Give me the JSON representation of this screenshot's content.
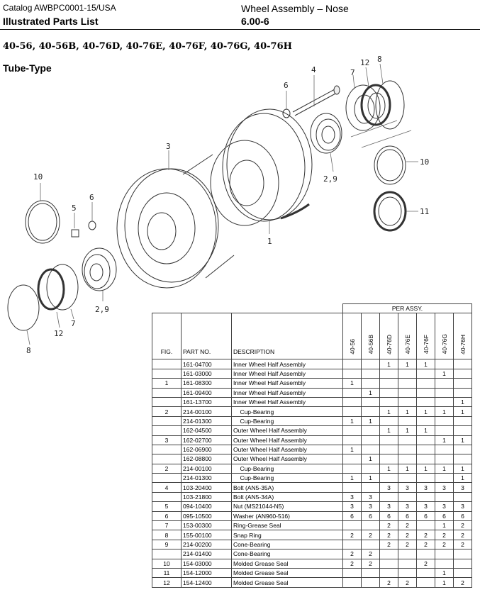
{
  "header": {
    "catalog": "Catalog AWBPC0001-15/USA",
    "illustrated_parts_list": "Illustrated Parts List",
    "title": "Wheel Assembly – Nose",
    "section": "6.00-6"
  },
  "models_line": "40-56,  40-56B,  40-76D,  40-76E,  40-76F,  40-76G,  40-76H",
  "subtitle": "Tube-Type",
  "callouts": [
    "4",
    "6",
    "7",
    "12",
    "8",
    "3",
    "10",
    "5",
    "6",
    "2,9",
    "10",
    "11",
    "1",
    "2,9",
    "12",
    "7",
    "8"
  ],
  "table": {
    "per_assy_label": "PER ASSY.",
    "col_fig": "FIG.",
    "col_part_no": "PART NO.",
    "col_description": "DESCRIPTION",
    "models": [
      "40-56",
      "40-56B",
      "40-76D",
      "40-76E",
      "40-76F",
      "40-76G",
      "40-76H"
    ],
    "rows": [
      {
        "fig": "",
        "pn": "161-04700",
        "desc": "Inner Wheel Half Assembly",
        "q": [
          "",
          "",
          "1",
          "1",
          "1",
          "",
          ""
        ]
      },
      {
        "fig": "",
        "pn": "161-03000",
        "desc": "Inner Wheel Half Assembly",
        "q": [
          "",
          "",
          "",
          "",
          "",
          "1",
          ""
        ]
      },
      {
        "fig": "1",
        "pn": "161-08300",
        "desc": "Inner Wheel Half Assembly",
        "q": [
          "1",
          "",
          "",
          "",
          "",
          "",
          ""
        ]
      },
      {
        "fig": "",
        "pn": "161-09400",
        "desc": "Inner Wheel Half Assembly",
        "q": [
          "",
          "1",
          "",
          "",
          "",
          "",
          ""
        ]
      },
      {
        "fig": "",
        "pn": "161-13700",
        "desc": "Inner Wheel Half Assembly",
        "q": [
          "",
          "",
          "",
          "",
          "",
          "",
          "1"
        ]
      },
      {
        "fig": "2",
        "pn": "214-00100",
        "desc": "    Cup-Bearing",
        "q": [
          "",
          "",
          "1",
          "1",
          "1",
          "1",
          "1"
        ]
      },
      {
        "fig": "",
        "pn": "214-01300",
        "desc": "    Cup-Bearing",
        "q": [
          "1",
          "1",
          "",
          "",
          "",
          "",
          ""
        ]
      },
      {
        "fig": "",
        "pn": "162-04500",
        "desc": "Outer Wheel Half Assembly",
        "q": [
          "",
          "",
          "1",
          "1",
          "1",
          "",
          ""
        ]
      },
      {
        "fig": "3",
        "pn": "162-02700",
        "desc": "Outer Wheel Half Assembly",
        "q": [
          "",
          "",
          "",
          "",
          "",
          "1",
          "1"
        ]
      },
      {
        "fig": "",
        "pn": "162-06900",
        "desc": "Outer Wheel Half Assembly",
        "q": [
          "1",
          "",
          "",
          "",
          "",
          "",
          ""
        ]
      },
      {
        "fig": "",
        "pn": "162-08800",
        "desc": "Outer Wheel Half Assembly",
        "q": [
          "",
          "1",
          "",
          "",
          "",
          "",
          ""
        ]
      },
      {
        "fig": "2",
        "pn": "214-00100",
        "desc": "    Cup-Bearing",
        "q": [
          "",
          "",
          "1",
          "1",
          "1",
          "1",
          "1"
        ]
      },
      {
        "fig": "",
        "pn": "214-01300",
        "desc": "    Cup-Bearing",
        "q": [
          "1",
          "1",
          "",
          "",
          "",
          "",
          "1"
        ]
      },
      {
        "fig": "4",
        "pn": "103-20400",
        "desc": "Bolt (AN5-35A)",
        "q": [
          "",
          "",
          "3",
          "3",
          "3",
          "3",
          "3"
        ]
      },
      {
        "fig": "",
        "pn": "103-21800",
        "desc": "Bolt (AN5-34A)",
        "q": [
          "3",
          "3",
          "",
          "",
          "",
          "",
          ""
        ]
      },
      {
        "fig": "5",
        "pn": "094-10400",
        "desc": "Nut (MS21044-N5)",
        "q": [
          "3",
          "3",
          "3",
          "3",
          "3",
          "3",
          "3"
        ]
      },
      {
        "fig": "6",
        "pn": "095-10500",
        "desc": "Washer (AN960-516)",
        "q": [
          "6",
          "6",
          "6",
          "6",
          "6",
          "6",
          "6"
        ]
      },
      {
        "fig": "7",
        "pn": "153-00300",
        "desc": "Ring-Grease Seal",
        "q": [
          "",
          "",
          "2",
          "2",
          "",
          "1",
          "2"
        ]
      },
      {
        "fig": "8",
        "pn": "155-00100",
        "desc": "Snap Ring",
        "q": [
          "2",
          "2",
          "2",
          "2",
          "2",
          "2",
          "2"
        ]
      },
      {
        "fig": "9",
        "pn": "214-00200",
        "desc": "Cone-Bearing",
        "q": [
          "",
          "",
          "2",
          "2",
          "2",
          "2",
          "2"
        ]
      },
      {
        "fig": "",
        "pn": "214-01400",
        "desc": "Cone-Bearing",
        "q": [
          "2",
          "2",
          "",
          "",
          "",
          "",
          ""
        ]
      },
      {
        "fig": "10",
        "pn": "154-03000",
        "desc": "Molded Grease Seal",
        "q": [
          "2",
          "2",
          "",
          "",
          "2",
          "",
          ""
        ]
      },
      {
        "fig": "11",
        "pn": "154-12000",
        "desc": "Molded Grease Seal",
        "q": [
          "",
          "",
          "",
          "",
          "",
          "1",
          ""
        ]
      },
      {
        "fig": "12",
        "pn": "154-12400",
        "desc": "Molded Grease Seal",
        "q": [
          "",
          "",
          "2",
          "2",
          "",
          "1",
          "2"
        ]
      }
    ]
  }
}
